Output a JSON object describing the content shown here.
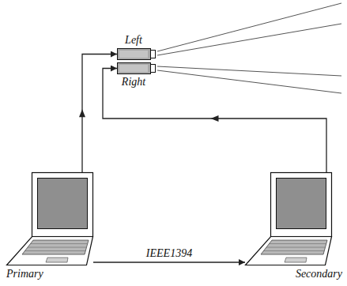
{
  "diagram": {
    "nodes": [
      {
        "text": [
          "Left"
        ]
      },
      {
        "text": [
          "Right"
        ]
      },
      {
        "text": [
          "Primary"
        ]
      },
      {
        "text": [
          "Secondary"
        ]
      }
    ],
    "edges": [
      {
        "from": 2,
        "to": 0,
        "arrow": "to"
      },
      {
        "from": 3,
        "to": 1,
        "arrow": "to"
      },
      {
        "from": 2,
        "to": 3,
        "label": "IEEE1394",
        "arrow": "to"
      }
    ]
  }
}
